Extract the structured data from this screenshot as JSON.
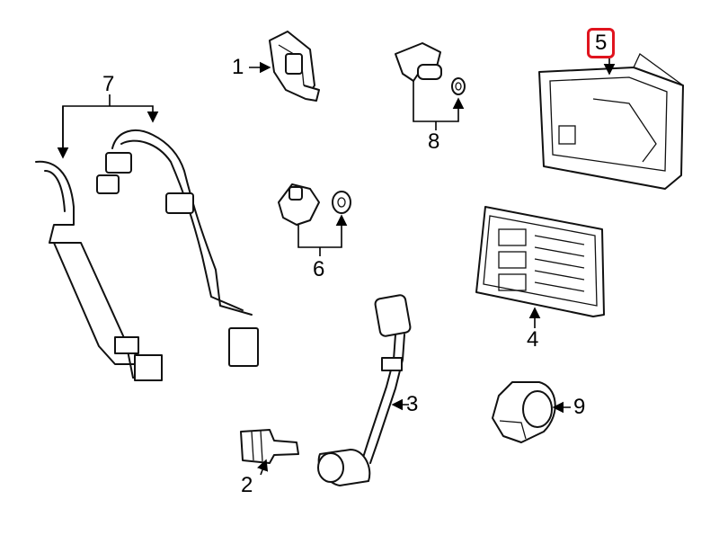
{
  "callouts": [
    {
      "id": "1",
      "label": "1"
    },
    {
      "id": "2",
      "label": "2"
    },
    {
      "id": "3",
      "label": "3"
    },
    {
      "id": "4",
      "label": "4"
    },
    {
      "id": "5",
      "label": "5",
      "highlighted": true
    },
    {
      "id": "6",
      "label": "6"
    },
    {
      "id": "7",
      "label": "7"
    },
    {
      "id": "8",
      "label": "8"
    },
    {
      "id": "9",
      "label": "9"
    }
  ],
  "colors": {
    "line": "#111111",
    "highlight": "#e0141e",
    "background": "#ffffff"
  }
}
